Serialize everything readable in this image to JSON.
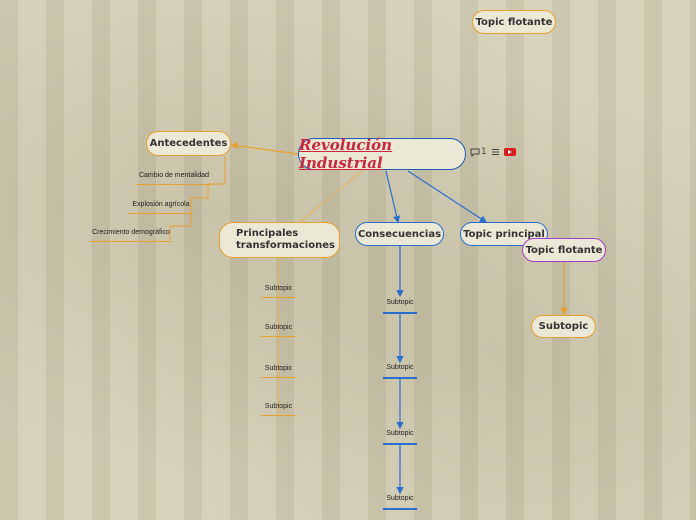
{
  "central": {
    "title": "Revolución Industrial",
    "comment_count": "1"
  },
  "floating_top": {
    "label": "Topic flotante"
  },
  "antecedentes": {
    "label": "Antecedentes",
    "children": [
      "Cambio de mentalidad",
      "Explosión agrícola",
      "Crecimiento demográfico"
    ]
  },
  "principales": {
    "label": "Principales transformaciones",
    "children": [
      "Subtopic",
      "Subtopic",
      "Subtopic",
      "Subtopic"
    ]
  },
  "consecuencias": {
    "label": "Consecuencias",
    "children": [
      "Subtopic",
      "Subtopic",
      "Subtopic",
      "Subtopic"
    ]
  },
  "topic_principal": {
    "label": "Topic principal"
  },
  "floating_right": {
    "label": "Topic flotante",
    "child": "Subtopic"
  },
  "colors": {
    "orange": "#e8a030",
    "blue": "#2a6ed0",
    "purple": "#a23dc4",
    "title_red": "#c8283c"
  }
}
